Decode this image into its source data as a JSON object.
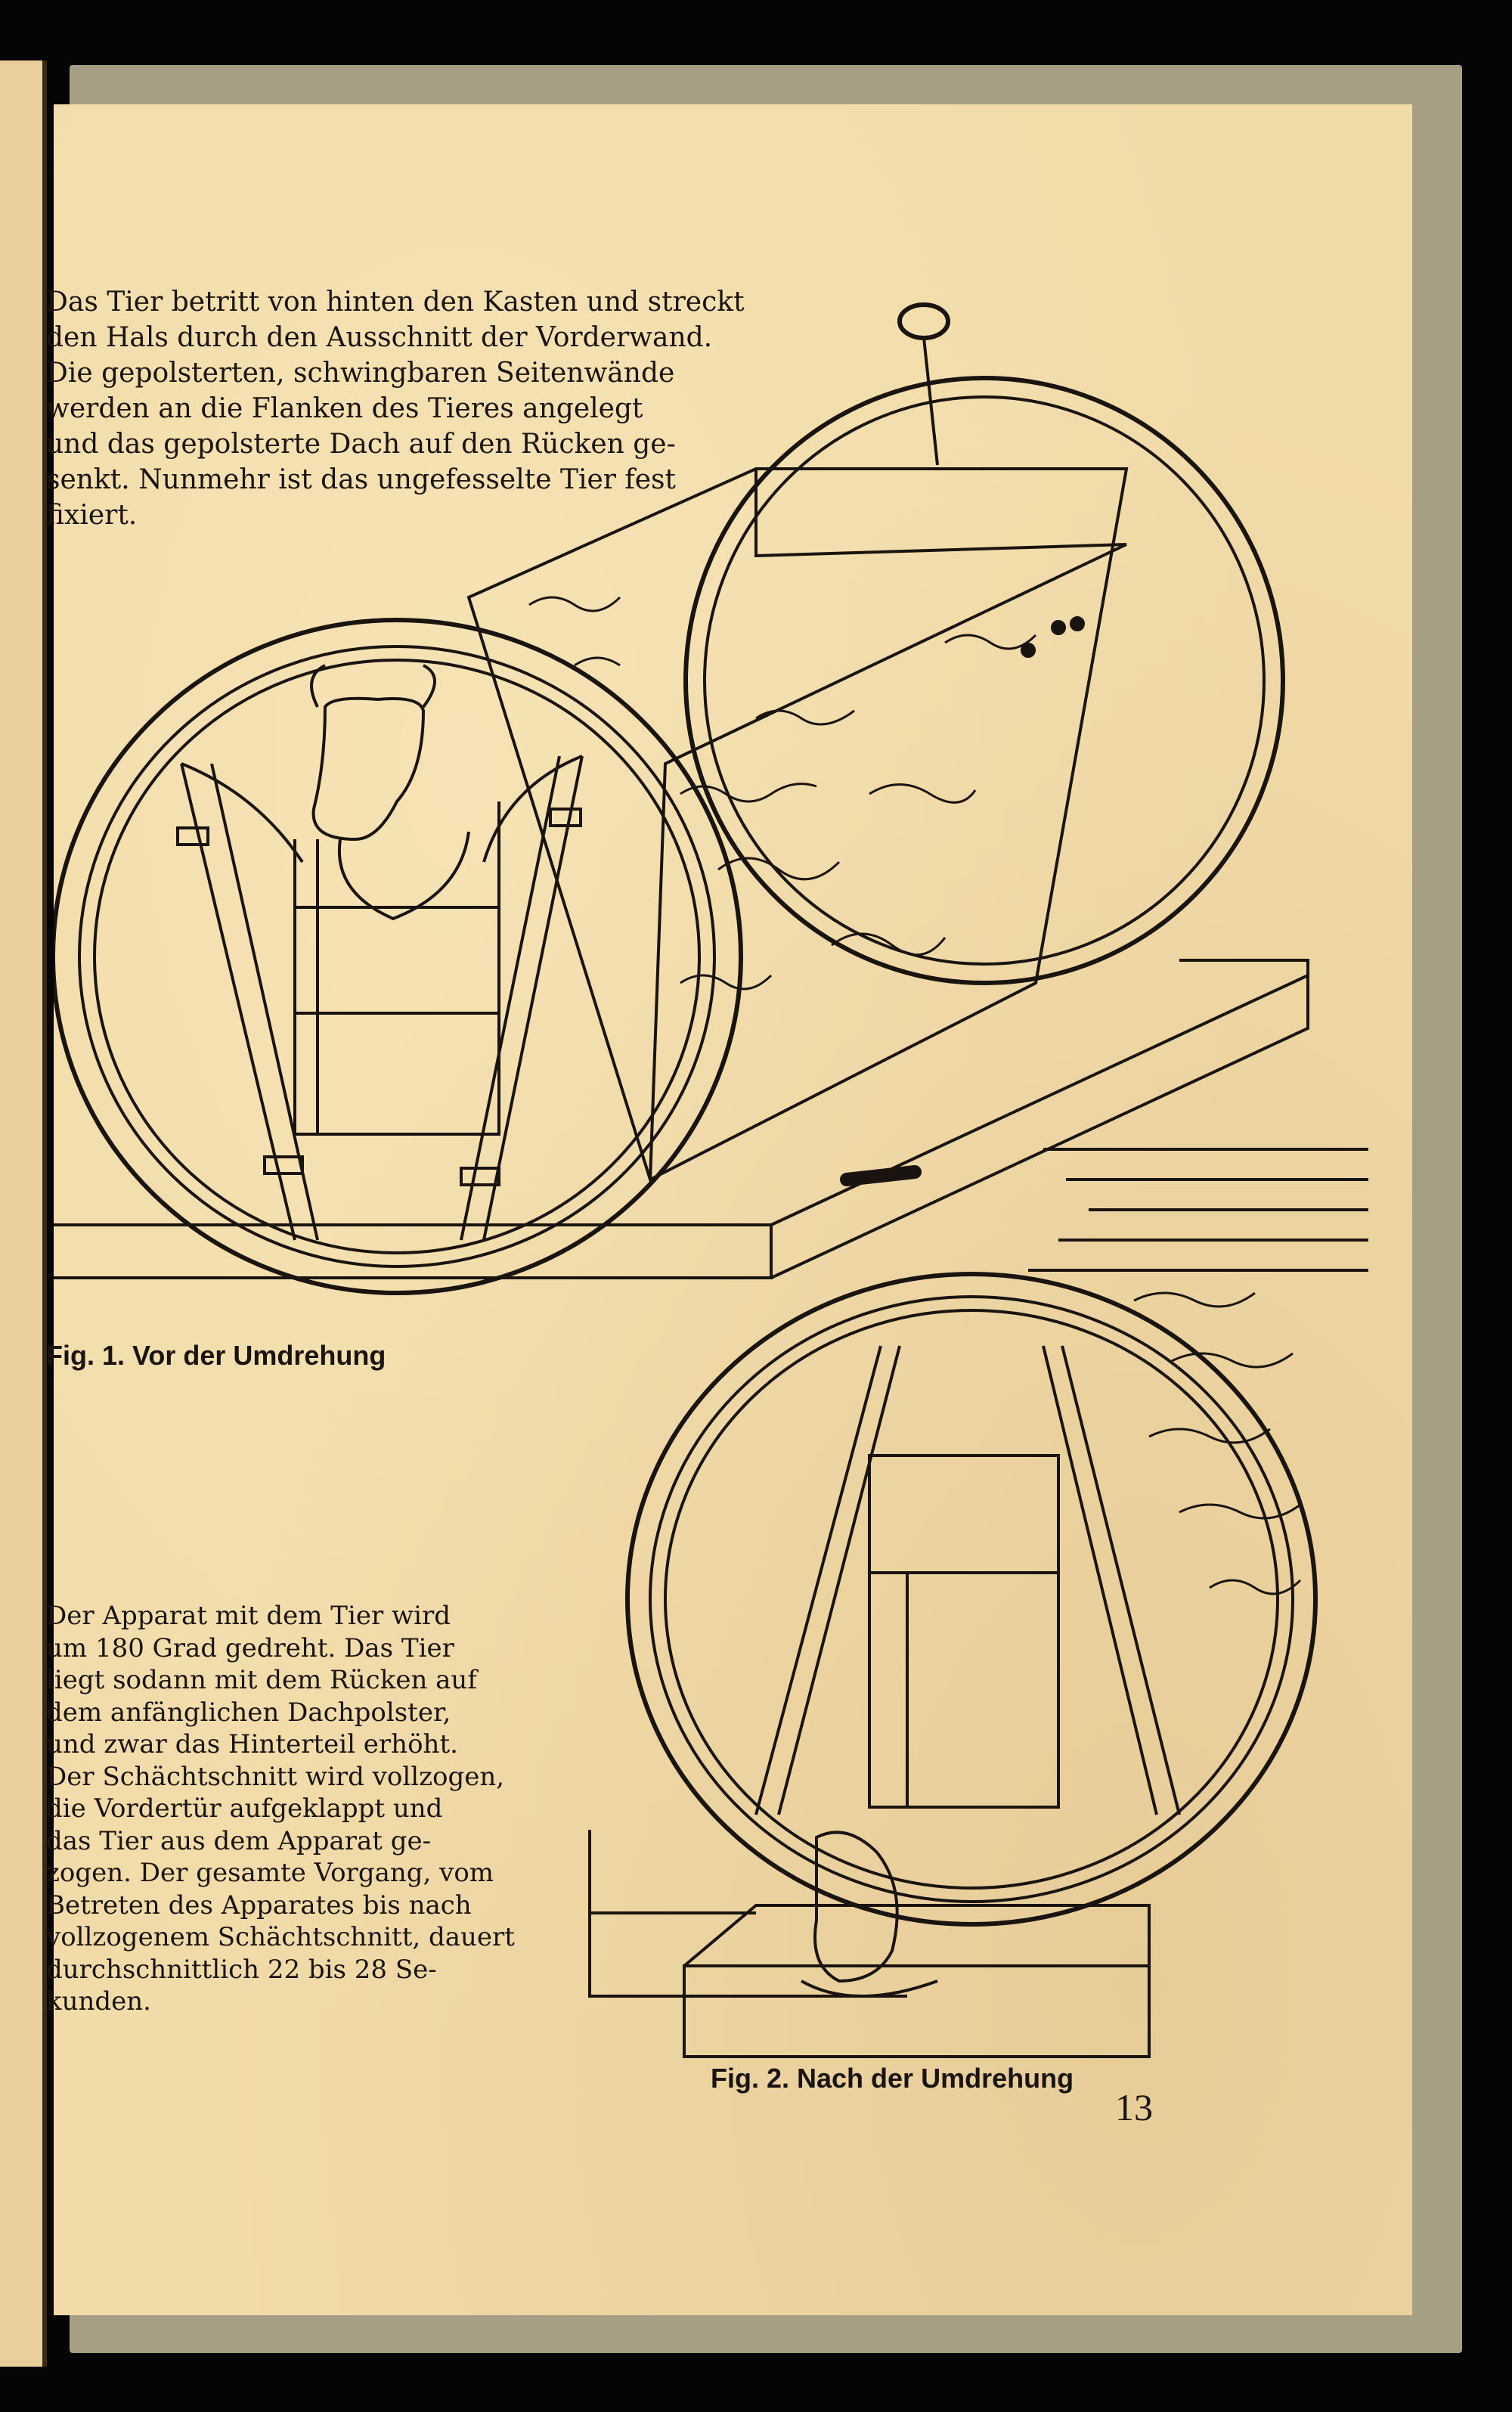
{
  "page": {
    "paragraph_1": [
      "Das Tier betritt von hinten den Kasten und streckt",
      "den Hals durch den Ausschnitt der Vorderwand.",
      "Die gepolsterten, schwingbaren Seitenwände",
      "werden an die Flanken des Tieres angelegt",
      "und das gepolsterte Dach auf den Rücken ge-",
      "senkt. Nunmehr ist das ungefesselte Tier fest",
      "fixiert."
    ],
    "figure_1_caption": "Fig. 1. Vor der Umdrehung",
    "paragraph_2": [
      "Der Apparat mit dem Tier wird",
      "um 180 Grad gedreht. Das Tier",
      "liegt sodann mit dem Rücken auf",
      "dem anfänglichen Dachpolster,",
      "und zwar das Hinterteil erhöht.",
      "Der Schächtschnitt wird vollzogen,",
      "die Vordertür aufgeklappt und",
      "das Tier aus dem Apparat ge-",
      "zogen. Der gesamte Vorgang, vom",
      "Betreten des Apparates bis nach",
      "vollzogenem Schächtschnitt, dauert",
      "durchschnittlich 22 bis 28 Se-",
      "kunden."
    ],
    "figure_2_caption": "Fig. 2. Nach der Umdrehung",
    "page_number": "13"
  }
}
